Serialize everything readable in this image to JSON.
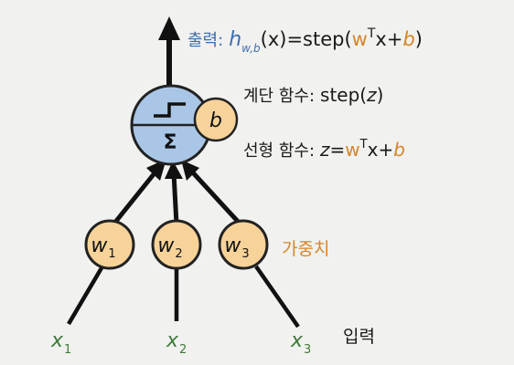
{
  "colors": {
    "background": "#f1f1ef",
    "neuron_fill": "#a9c6e6",
    "neuron_stroke": "#222222",
    "weight_fill": "#f7d39a",
    "bias_fill": "#f7d39a",
    "label_blue": "#3b6fb0",
    "label_orange": "#d4862a",
    "label_green": "#3f7a3a",
    "text_dark": "#1a1a1a"
  },
  "output": {
    "label_prefix": "출력:",
    "h": "h",
    "sub": "w,b",
    "rest_1": "(x)=step(",
    "w": "w",
    "sup": "T",
    "x": "x+",
    "b": "b",
    "close": ")"
  },
  "step_fn": {
    "label": "계단 함수:",
    "expr_pre": "step(",
    "z": "z",
    "expr_post": ")"
  },
  "linear_fn": {
    "label": "선형 함수:",
    "z": "z",
    "eq": "=",
    "w": "w",
    "sup": "T",
    "x": "x+",
    "b": "b"
  },
  "neuron": {
    "sigma": "Σ",
    "bias": "b"
  },
  "weights": [
    {
      "name": "w",
      "sub": "1"
    },
    {
      "name": "w",
      "sub": "2"
    },
    {
      "name": "w",
      "sub": "3"
    }
  ],
  "weights_label": "가중치",
  "inputs": [
    {
      "name": "x",
      "sub": "1"
    },
    {
      "name": "x",
      "sub": "2"
    },
    {
      "name": "x",
      "sub": "3"
    }
  ],
  "inputs_label": "입력",
  "icons": {
    "step_function": "step-function-icon",
    "output_arrow": "arrow-up-icon"
  }
}
